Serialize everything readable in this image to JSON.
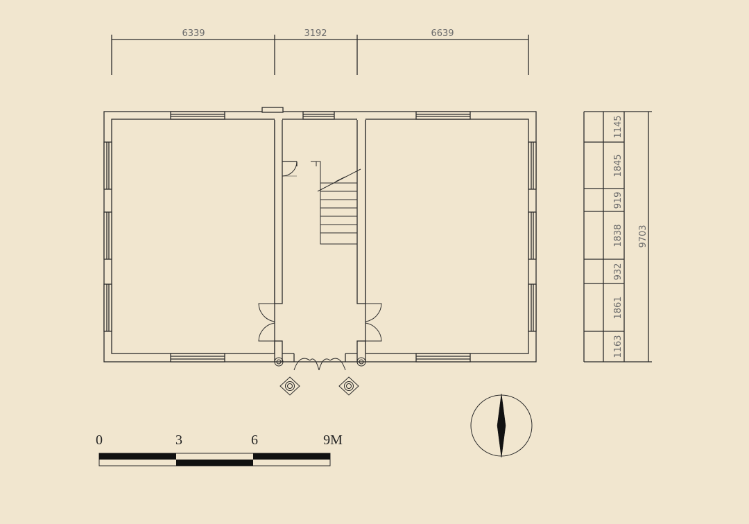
{
  "top_dimensions": [
    "6339",
    "3192",
    "6639"
  ],
  "right_dimensions": [
    "1145",
    "1845",
    "919",
    "1838",
    "932",
    "1861",
    "1163"
  ],
  "total_dimension": "9703",
  "scale_bar": {
    "labels": [
      "0",
      "3",
      "6",
      "9M"
    ]
  },
  "colors": {
    "background": "#f1e6cf",
    "line": "#2b2b2b",
    "dim_text": "#6a6a6a"
  },
  "icons": [
    "north-arrow-icon",
    "column-icon"
  ]
}
